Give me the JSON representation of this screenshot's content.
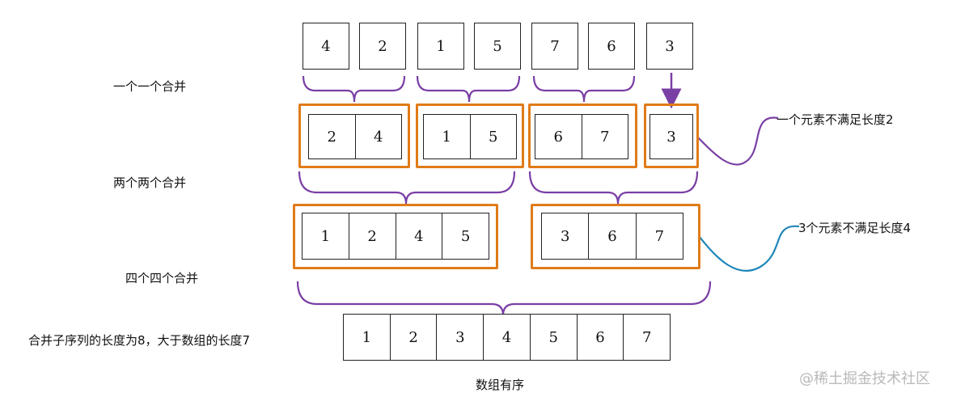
{
  "stage1": {
    "values": [
      "4",
      "2",
      "1",
      "5",
      "7",
      "6",
      "3"
    ],
    "label": "一个一个合并"
  },
  "stage2": {
    "groups": [
      [
        "2",
        "4"
      ],
      [
        "1",
        "5"
      ],
      [
        "6",
        "7"
      ],
      [
        "3"
      ]
    ],
    "label": "两个两个合并",
    "annotation": "一个元素不满足长度2"
  },
  "stage3": {
    "groups": [
      [
        "1",
        "2",
        "4",
        "5"
      ],
      [
        "3",
        "6",
        "7"
      ]
    ],
    "label": "四个四个合并",
    "annotation": "3个元素不满足长度4"
  },
  "stage4": {
    "values": [
      "1",
      "2",
      "3",
      "4",
      "5",
      "6",
      "7"
    ],
    "label": "合并子序列的长度为8，大于数组的长度7",
    "caption": "数组有序"
  },
  "watermark": "@稀土掘金技术社区",
  "colors": {
    "brace": "#7a3fa5",
    "highlight": "#e07b18",
    "annotation_line_1": "#7a3fa5",
    "annotation_line_2": "#1d86b8"
  }
}
